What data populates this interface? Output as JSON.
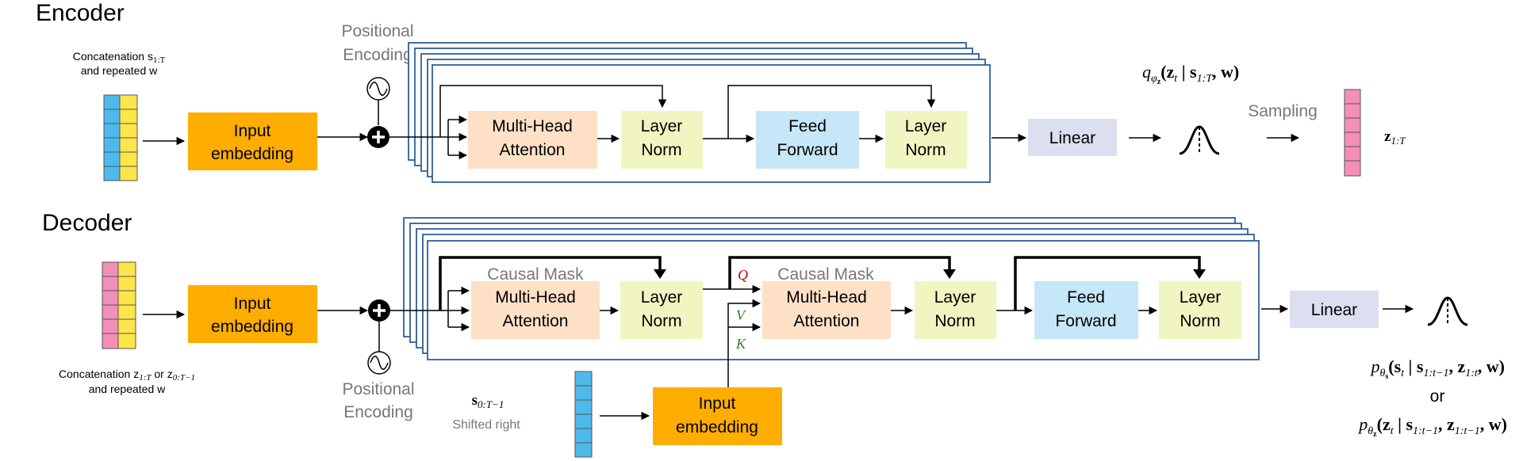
{
  "encoder": {
    "title": "Encoder",
    "input_caption_line1": "Concatenation s",
    "input_caption_sub1": "1:T",
    "input_caption_line2": "and repeated w",
    "input_embedding_line1": "Input",
    "input_embedding_line2": "embedding",
    "positional_line1": "Positional",
    "positional_line2": "Encoding",
    "mha_line1": "Multi-Head",
    "mha_line2": "Attention",
    "layer_norm_line1": "Layer",
    "layer_norm_line2": "Norm",
    "feed_forward_line1": "Feed",
    "feed_forward_line2": "Forward",
    "linear": "Linear",
    "sampling": "Sampling",
    "posterior_q": "q",
    "posterior_sub": "φ",
    "posterior_subsub": "z",
    "posterior_rest": "(z",
    "posterior_t": "t",
    "posterior_bar": " | s",
    "posterior_range": "1:T",
    "posterior_end": ", w)",
    "output_z": "z",
    "output_sub": "1:T"
  },
  "decoder": {
    "title": "Decoder",
    "input_caption_line1_a": "Concatenation z",
    "input_caption_line1_sub_a": "1:T",
    "input_caption_line1_or": " or  z",
    "input_caption_line1_sub_b": "0:T−1",
    "input_caption_line2": "and repeated w",
    "input_embedding_line1": "Input",
    "input_embedding_line2": "embedding",
    "positional_line1": "Positional",
    "positional_line2": "Encoding",
    "causal_mask": "Causal Mask",
    "mha_line1": "Multi-Head",
    "mha_line2": "Attention",
    "layer_norm_line1": "Layer",
    "layer_norm_line2": "Norm",
    "feed_forward_line1": "Feed",
    "feed_forward_line2": "Forward",
    "linear": "Linear",
    "q_label": "Q",
    "v_label": "V",
    "k_label": "K",
    "shift_s": "s",
    "shift_sub": "0:T−1",
    "shifted_right": "Shifted right",
    "shift_embedding_line1": "Input",
    "shift_embedding_line2": "embedding",
    "out1_p": "p",
    "out1_theta": "θ",
    "out1_thetasub": "s",
    "out1_a": "(s",
    "out1_t": "t",
    "out1_b": " | s",
    "out1_r1": "1:t−1",
    "out1_c": ", z",
    "out1_r2": "1:t",
    "out1_d": ", w)",
    "or_text": "or",
    "out2_p": "p",
    "out2_theta": "θ",
    "out2_thetasub": "z",
    "out2_a": "(z",
    "out2_t": "t",
    "out2_b": " | s",
    "out2_r1": "1:t−1",
    "out2_c": ", z",
    "out2_r2": "1:t−1",
    "out2_d": ", w)"
  },
  "colors": {
    "embedding": "#ffad00",
    "attention": "#fde0c5",
    "layer_norm": "#f1f5c1",
    "feed_forward": "#c5e7f7",
    "linear": "#dcdff0",
    "stack_border": "#2f5e9c",
    "cyan_cell": "#4fb9ec",
    "yellow_cell": "#fce64a",
    "pink_cell": "#f48fb8",
    "q_red": "#c00000",
    "kv_green": "#2e7d32",
    "gray_text": "#777777"
  }
}
